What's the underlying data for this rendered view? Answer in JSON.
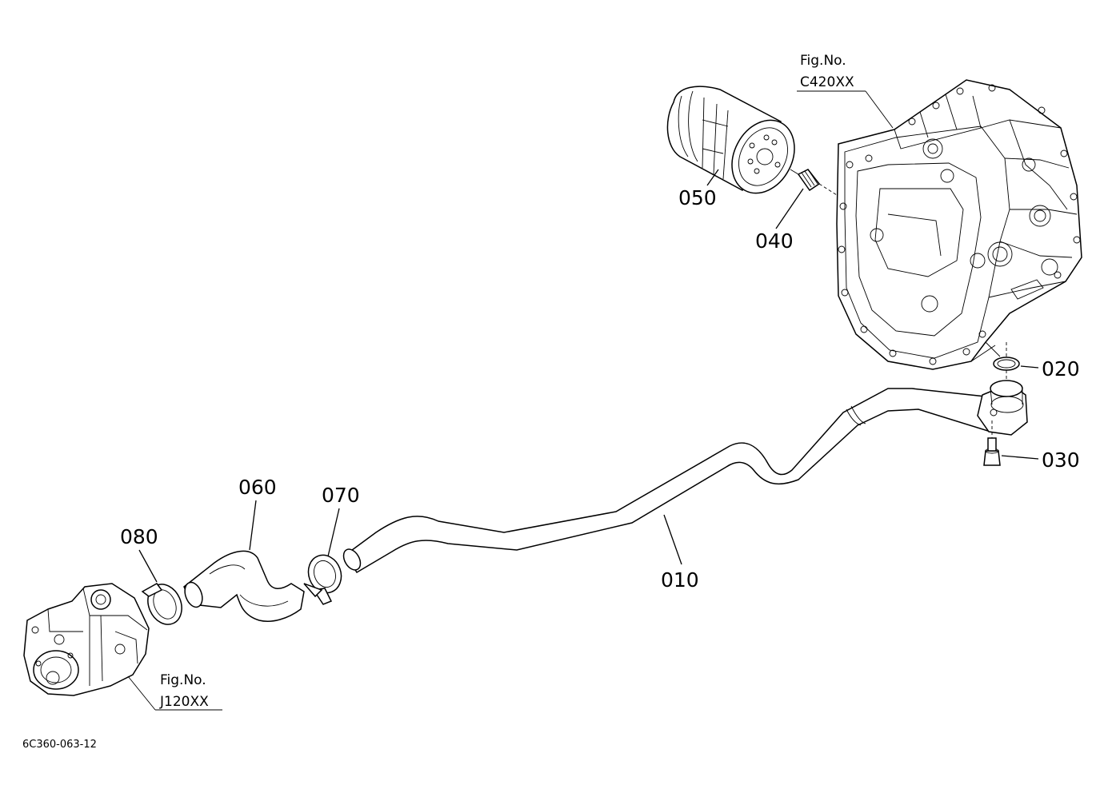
{
  "diagram": {
    "ref_transmission": {
      "fig_label": "Fig.No.",
      "fig_code": "C420XX"
    },
    "ref_pump": {
      "fig_label": "Fig.No.",
      "fig_code": "J120XX"
    },
    "callouts": {
      "p010": "010",
      "p020": "020",
      "p030": "030",
      "p040": "040",
      "p050": "050",
      "p060": "060",
      "p070": "070",
      "p080": "080"
    },
    "drawing_code": "6C360-063-12"
  }
}
